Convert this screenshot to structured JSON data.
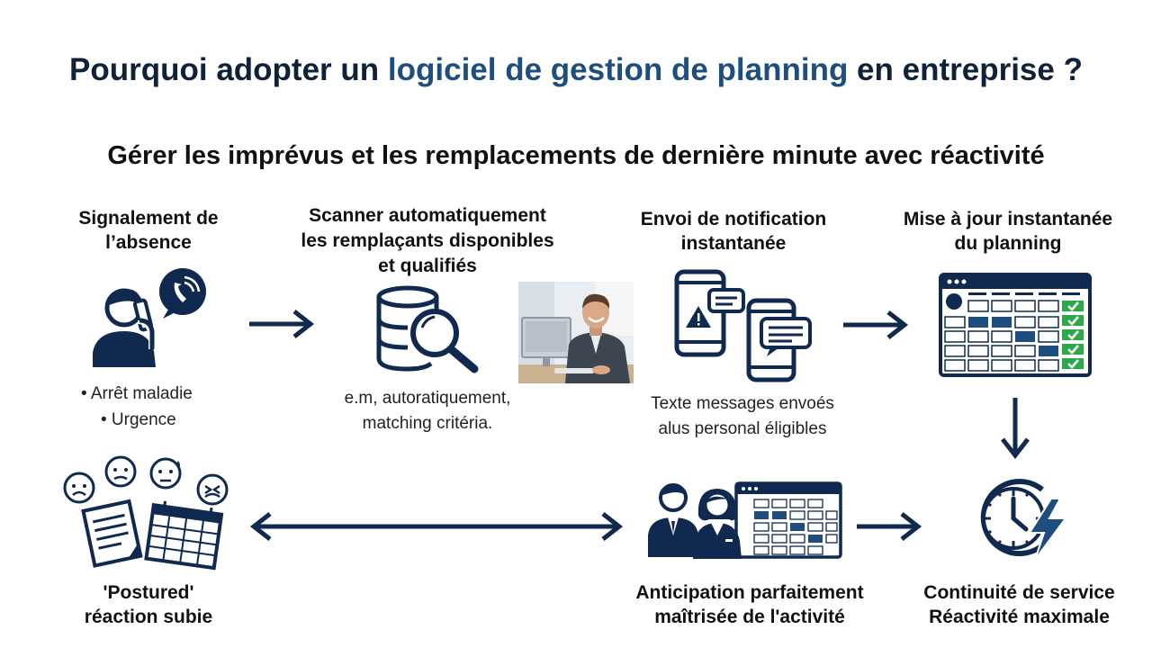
{
  "header": {
    "title_prefix": "Pourquoi adopter un ",
    "title_accent": "logiciel de gestion de planning",
    "title_suffix": " en entreprise ?",
    "subtitle": "Gérer les imprévus et les remplacements de dernière minute avec réactivité"
  },
  "steps": {
    "absence": {
      "label_line1": "Signalement de",
      "label_line2": "l’absence",
      "bullets": [
        "• Arrêt maladie",
        "• Urgence"
      ]
    },
    "scan": {
      "label_line1": "Scanner automatiquement",
      "label_line2": "les remplaçants disponibles",
      "label_line3": "et qualifiés",
      "desc_line1": "e.m, autoratiquement,",
      "desc_line2": "matching critéria."
    },
    "notify": {
      "label_line1": "Envoi de notification",
      "label_line2": "instantanée",
      "desc_line1": "Texte messages envoés",
      "desc_line2": "alus personal éligibles"
    },
    "update": {
      "label_line1": "Mise à jour instantanée",
      "label_line2": "du planning"
    },
    "reactive": {
      "label_line1": "'Postured'",
      "label_line2": "réaction subie"
    },
    "anticipation": {
      "label_line1": "Anticipation parfaitement",
      "label_line2": "maîtrisée de l'activité"
    },
    "continuity": {
      "label_line1": "Continuité de service",
      "label_line2": "Réactivité maximale"
    }
  },
  "icons": {
    "absence": "person-phone-call-icon",
    "scan": "database-search-icon",
    "photo": "smiling-man-computer-photo",
    "notify": "phones-notification-icon",
    "update": "planning-calendar-check-icon",
    "reactive": "stressed-faces-papers-icon",
    "anticipation": "team-planning-icon",
    "continuity": "clock-lightning-icon"
  },
  "colors": {
    "navy": "#0f2a4e",
    "accent": "#1d4e7e",
    "check_green": "#2aa84a"
  }
}
